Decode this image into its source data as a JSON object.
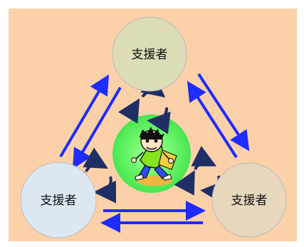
{
  "nodes": {
    "top": {
      "label": "支援者",
      "fill": "#dcdcb6"
    },
    "left": {
      "label": "支援者",
      "fill": "#dde7f2"
    },
    "right": {
      "label": "支援者",
      "fill": "#e7d7bd"
    }
  },
  "colors": {
    "background": "#fcd1a9",
    "arrow": "#1f2cff",
    "cycle": "#1f2f66",
    "center_glow": "#49ef4f",
    "center_highlight": "#b9ffb0"
  },
  "center": {
    "icon": "child-character-icon"
  },
  "cycle_icons": [
    "top-cycle-icon",
    "left-cycle-icon",
    "right-cycle-icon"
  ]
}
